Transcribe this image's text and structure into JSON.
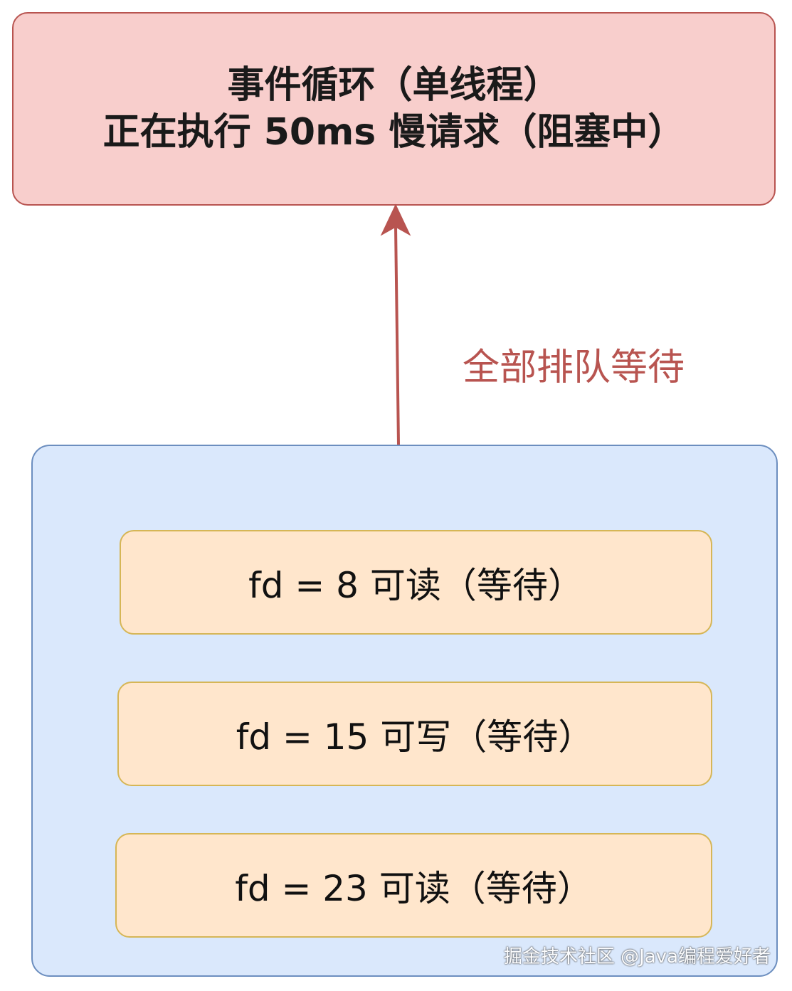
{
  "event_loop": {
    "line1": "事件循环（单线程）",
    "line2": "正在执行 50ms 慢请求（阻塞中）"
  },
  "arrow": {
    "label": "全部排队等待",
    "color": "#b85450"
  },
  "queue": {
    "items": [
      {
        "label": "fd = 8 可读（等待）"
      },
      {
        "label": "fd = 15 可写（等待）"
      },
      {
        "label": "fd = 23 可读（等待）"
      }
    ]
  },
  "watermark": "掘金技术社区 @Java编程爱好者",
  "colors": {
    "event_loop_fill": "#f8cecc",
    "event_loop_border": "#b85450",
    "queue_fill": "#dae8fc",
    "queue_border": "#6c8ebf",
    "item_fill": "#ffe6cc",
    "item_border": "#d6b656"
  }
}
